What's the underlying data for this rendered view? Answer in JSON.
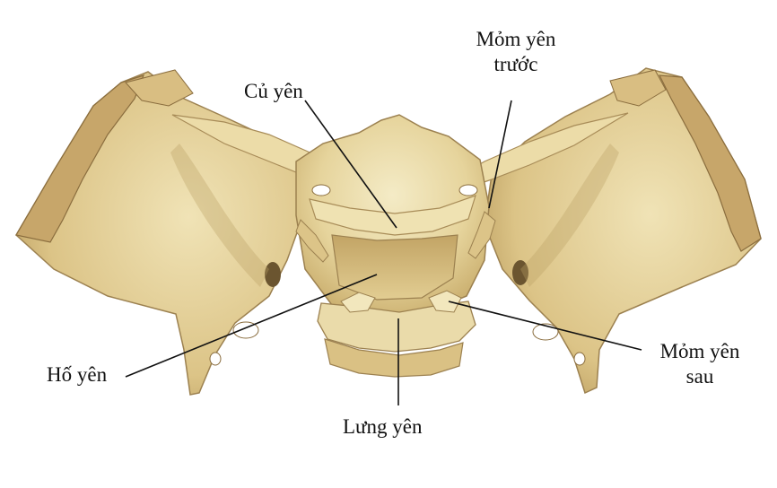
{
  "labels": {
    "cu_yen": "Củ yên",
    "mom_yen_truoc_line1": "Mỏm yên",
    "mom_yen_truoc_line2": "trước",
    "ho_yen": "Hố yên",
    "lung_yen": "Lưng yên",
    "mom_yen_sau_line1": "Mỏm yên",
    "mom_yen_sau_line2": "sau"
  },
  "colors": {
    "bone_light": "#efe3b4",
    "bone_mid": "#e0cc8e",
    "bone_shadow": "#c3a968",
    "bone_dark": "#8f7646",
    "leader_line": "#111111"
  }
}
